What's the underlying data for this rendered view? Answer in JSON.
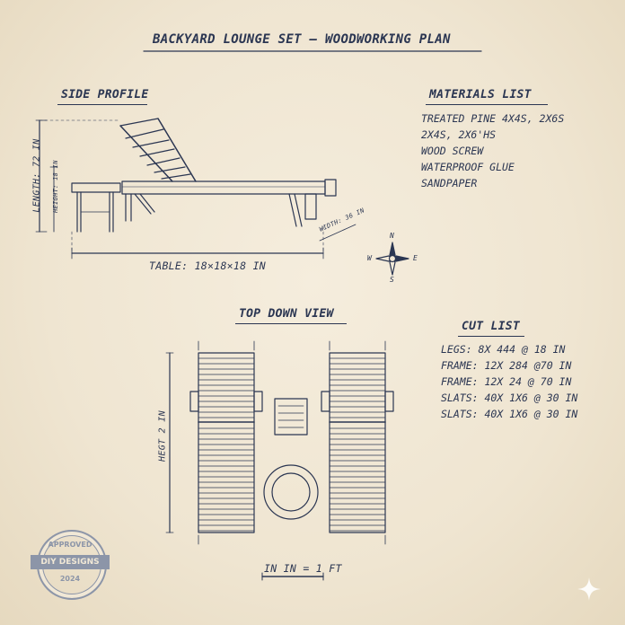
{
  "title": "BACKYARD LOUNGE SET – WOODWORKING PLAN",
  "side_profile": {
    "heading": "SIDE PROFILE",
    "length_label": "LENGTH: 72 IN",
    "height_label": "HEIGHT: 18 IN",
    "width_label": "WIDTH: 36 IN",
    "table_label": "TABLE: 18×18×18 IN"
  },
  "compass": {
    "n": "N",
    "s": "S",
    "e": "E",
    "w": "W"
  },
  "materials": {
    "heading": "MATERIALS LIST",
    "items": [
      "TREATED PINE 4X4S, 2X6S",
      "2X4S, 2X6'HS",
      "WOOD SCREW",
      "WATERPROOF GLUE",
      "SANDPAPER"
    ]
  },
  "top_down": {
    "heading": "TOP DOWN VIEW",
    "height_label": "HEGT 2 IN"
  },
  "cut_list": {
    "heading": "CUT LIST",
    "items": [
      "LEGS: 8X 444 @ 18 IN",
      "FRAME: 12X 284 @70 IN",
      "FRAME: 12X 24 @ 70 IN",
      "SLATS: 40X 1X6 @ 30 IN",
      "SLATS: 40X 1X6 @ 30 IN"
    ]
  },
  "scale_label": "IN IN = 1 FT",
  "stamp": {
    "top": "APPROVED",
    "middle": "DIY DESIGNS",
    "bottom": "2024"
  },
  "colors": {
    "ink": "#2b3652",
    "paper": "#f1e8d6",
    "stamp": "#8c95a8"
  }
}
